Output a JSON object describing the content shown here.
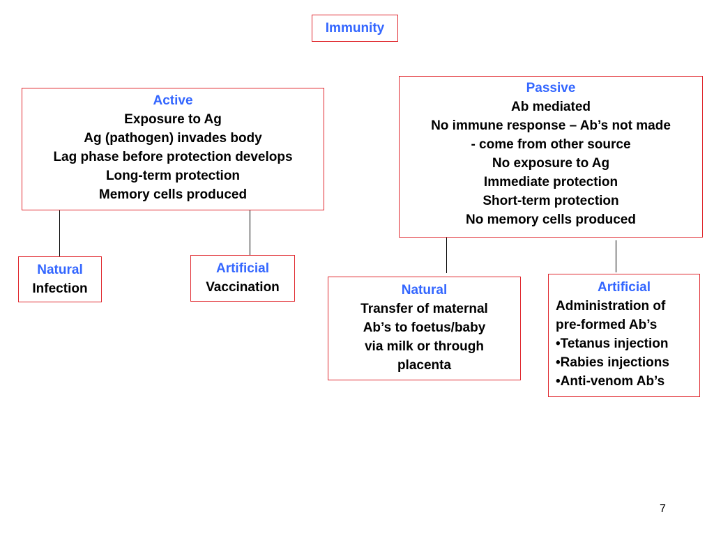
{
  "title": "Immunity",
  "active": {
    "heading": "Active",
    "lines": [
      "Exposure to Ag",
      "Ag (pathogen) invades body",
      "Lag phase before protection develops",
      "Long-term protection",
      "Memory cells produced"
    ]
  },
  "passive": {
    "heading": "Passive",
    "lines": [
      "Ab mediated",
      "No immune response – Ab’s not made",
      "- come from other source",
      "No exposure to Ag",
      "Immediate protection",
      "Short-term protection",
      "No memory cells produced"
    ]
  },
  "active_natural": {
    "heading": "Natural",
    "lines": [
      "Infection"
    ]
  },
  "active_artificial": {
    "heading": "Artificial",
    "lines": [
      "Vaccination"
    ]
  },
  "passive_natural": {
    "heading": "Natural",
    "lines": [
      "Transfer of maternal",
      "Ab’s to foetus/baby",
      "via milk or through",
      "placenta"
    ]
  },
  "passive_artificial": {
    "heading": "Artificial",
    "lines": [
      "Administration of",
      "pre-formed Ab’s",
      "•Tetanus injection",
      "•Rabies injections",
      "•Anti-venom Ab’s"
    ]
  },
  "page_number": "7",
  "colors": {
    "heading": "#3366ff",
    "box_border": "#e0282e",
    "text": "#000000"
  }
}
